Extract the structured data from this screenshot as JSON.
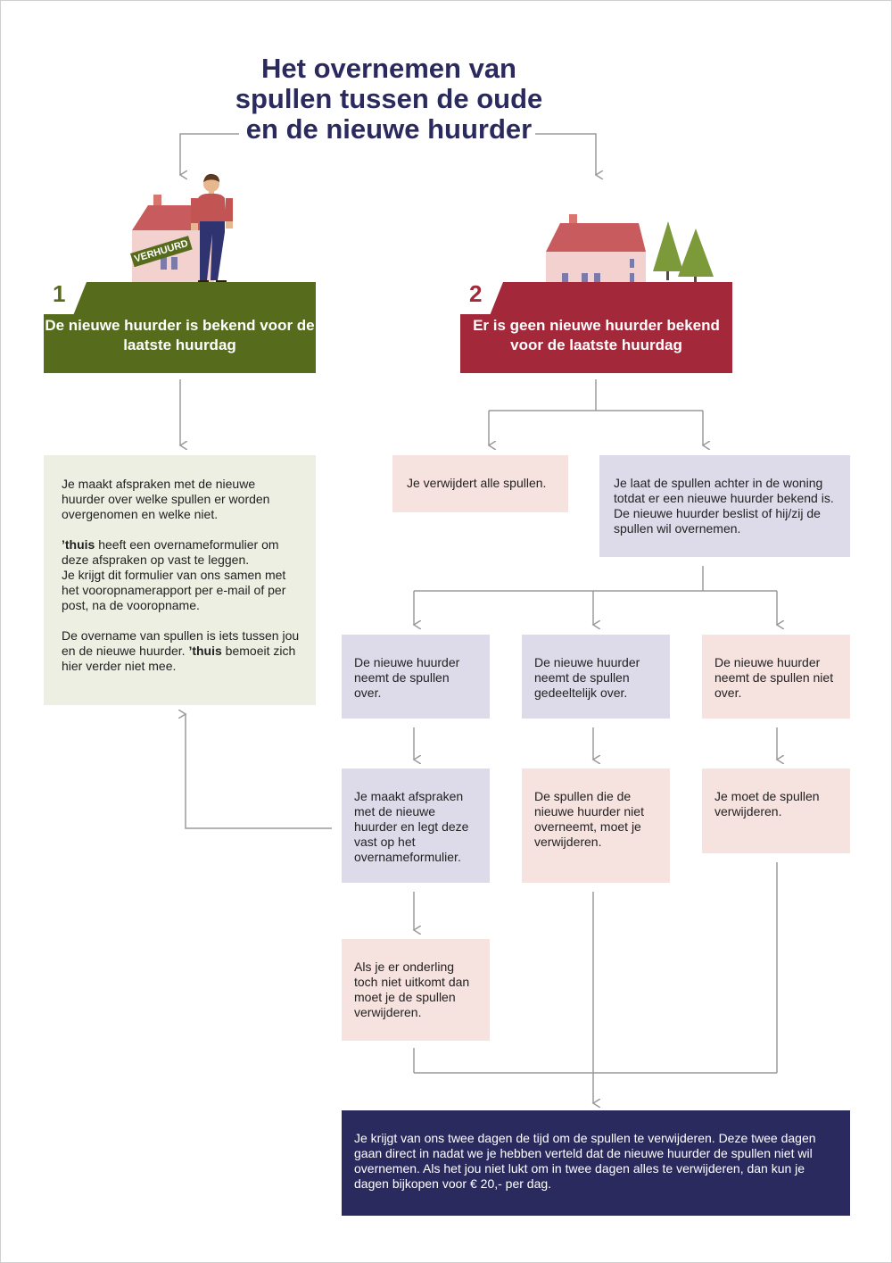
{
  "title": "Het overnemen van spullen tussen de oude en de nieuwe huurder",
  "option1": {
    "number": "1",
    "title": "De nieuwe huurder is bekend voor de laatste huurdag",
    "sign": "VERHUURD",
    "color": "#566c1c"
  },
  "option2": {
    "number": "2",
    "title": "Er is geen nieuwe huurder bekend voor de laatste huurdag",
    "color": "#a3283a"
  },
  "left_box": {
    "p1": "Je maakt afspraken met de nieuwe huurder over welke spullen er worden overgenomen en welke niet.",
    "p2_bold": "’thuis",
    "p2_rest": " heeft een overnameformulier om deze afspraken op vast te leggen.",
    "p3": "Je krijgt dit formulier van ons samen met het vooropnamerapport per e-mail of per post, na de vooropname.",
    "p4_start": "De overname van spullen is iets tussen jou en de nieuwe huurder. ",
    "p4_bold": "’thuis",
    "p4_end": " bemoeit zich hier verder niet mee."
  },
  "remove_all": "Je verwijdert alle spullen.",
  "leave_items": "Je laat de spullen achter in de woning totdat er een nieuwe huurder bekend is. De nieuwe huurder beslist of hij/zij de spullen wil overnemen.",
  "takes_over": "De nieuwe huurder neemt de spullen over.",
  "partly": "De nieuwe huurder neemt de spullen gedeeltelijk over.",
  "not_over": "De nieuwe huurder neemt de spullen niet over.",
  "agreement": "Je maakt afspraken met de nieuwe huurder en legt deze vast op het overnameformulier.",
  "remove_rest": "De spullen die de nieuwe huurder niet overneemt, moet je verwijderen.",
  "must_remove": "Je moet de spullen verwijderen.",
  "no_agreement": "Als je er onderling toch niet uitkomt dan moet je de spullen verwijderen.",
  "final": "Je krijgt van ons twee dagen de tijd om de spullen te verwijderen. Deze twee dagen gaan direct in nadat we je hebben verteld dat de nieuwe huurder de spullen niet wil overnemen. Als het jou niet lukt om in twee dagen alles te verwijderen, dan kun je dagen bijkopen voor € 20,- per dag.",
  "colors": {
    "title": "#2b2a5e",
    "lavender": "#dddbe9",
    "pink": "#f6e2df",
    "cream": "#edefe2",
    "navy": "#2b2a5e",
    "connector": "#9a9a9a"
  }
}
